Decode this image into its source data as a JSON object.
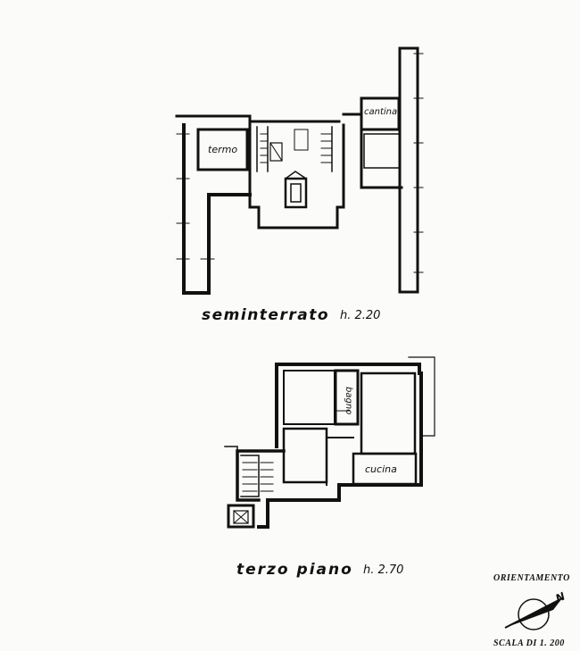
{
  "floors": [
    {
      "name": "seminterrato",
      "height": "h. 2.20",
      "rooms": [
        "termo",
        "cantina"
      ]
    },
    {
      "name": "terzo piano",
      "height": "h. 2.70",
      "rooms": [
        "bagno",
        "cucina"
      ]
    }
  ],
  "legend": {
    "orientation": "ORIENTAMENTO",
    "north": "N",
    "scale": "SCALA DI 1. 200"
  }
}
